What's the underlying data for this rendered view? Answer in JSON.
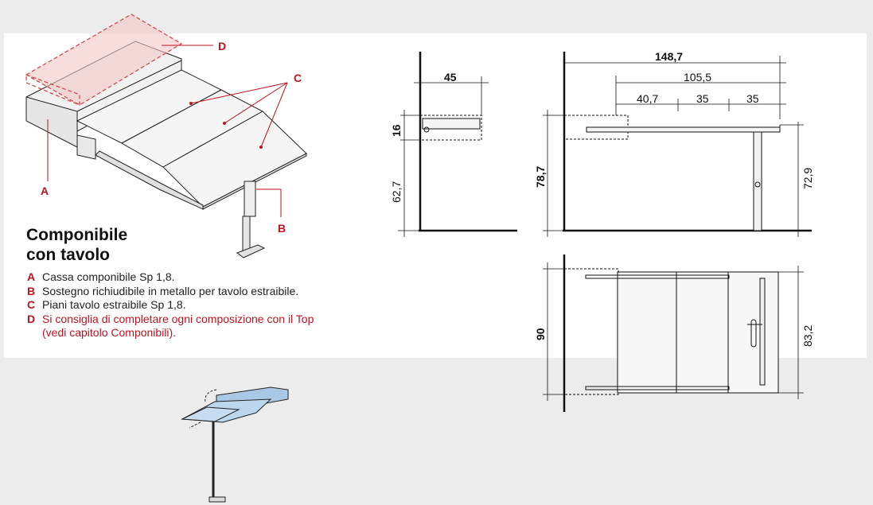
{
  "callouts": {
    "a": "A",
    "b": "B",
    "c": "C",
    "d": "D"
  },
  "caption": {
    "line1": "Componibile",
    "line2": "con tavolo"
  },
  "legend": [
    {
      "key": "A",
      "text": "Cassa componibile Sp 1,8."
    },
    {
      "key": "B",
      "text": "Sostegno richiudibile in metallo per tavolo estraibile."
    },
    {
      "key": "C",
      "text": "Piani tavolo estraibile Sp 1,8."
    },
    {
      "key": "D",
      "text": "Si consiglia di completare ogni composizione con il Top",
      "continuation": "(vedi capitolo Componibili)."
    }
  ],
  "dimensions": {
    "side_width": "45",
    "side_height_top": "16",
    "side_height_bottom": "62,7",
    "front_total": "148,7",
    "front_ext": "105,5",
    "front_seg1": "40,7",
    "front_seg2": "35",
    "front_seg3": "35",
    "front_height": "78,7",
    "front_leg": "72,9",
    "plan_depth": "90",
    "plan_table": "83,2"
  },
  "colors": {
    "accent": "#c1121f",
    "line": "#111111",
    "panel": "#ffffff",
    "background": "#ececec",
    "iso_fill": "#f4f4f4",
    "top_fill": "#f3c6c6",
    "small_blue": "#a9c8e6"
  }
}
